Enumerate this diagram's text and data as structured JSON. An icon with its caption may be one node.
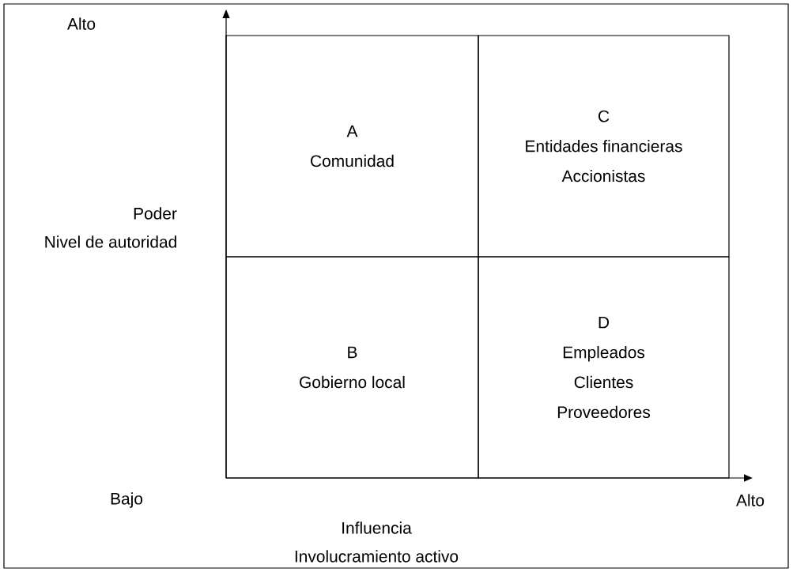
{
  "diagram": {
    "nodes": [
      {
        "text": [
          "A",
          "Comunidad"
        ]
      },
      {
        "text": [
          "C",
          "Entidades financieras",
          "Accionistas"
        ]
      },
      {
        "text": [
          "B",
          "Gobierno local"
        ]
      },
      {
        "text": [
          "D",
          "Empleados",
          "Clientes",
          "Proveedores"
        ]
      }
    ],
    "labels": [
      "Alto",
      "Poder",
      "Nivel de autoridad",
      "Bajo",
      "Alto",
      "Influencia",
      "Involucramiento activo"
    ]
  }
}
